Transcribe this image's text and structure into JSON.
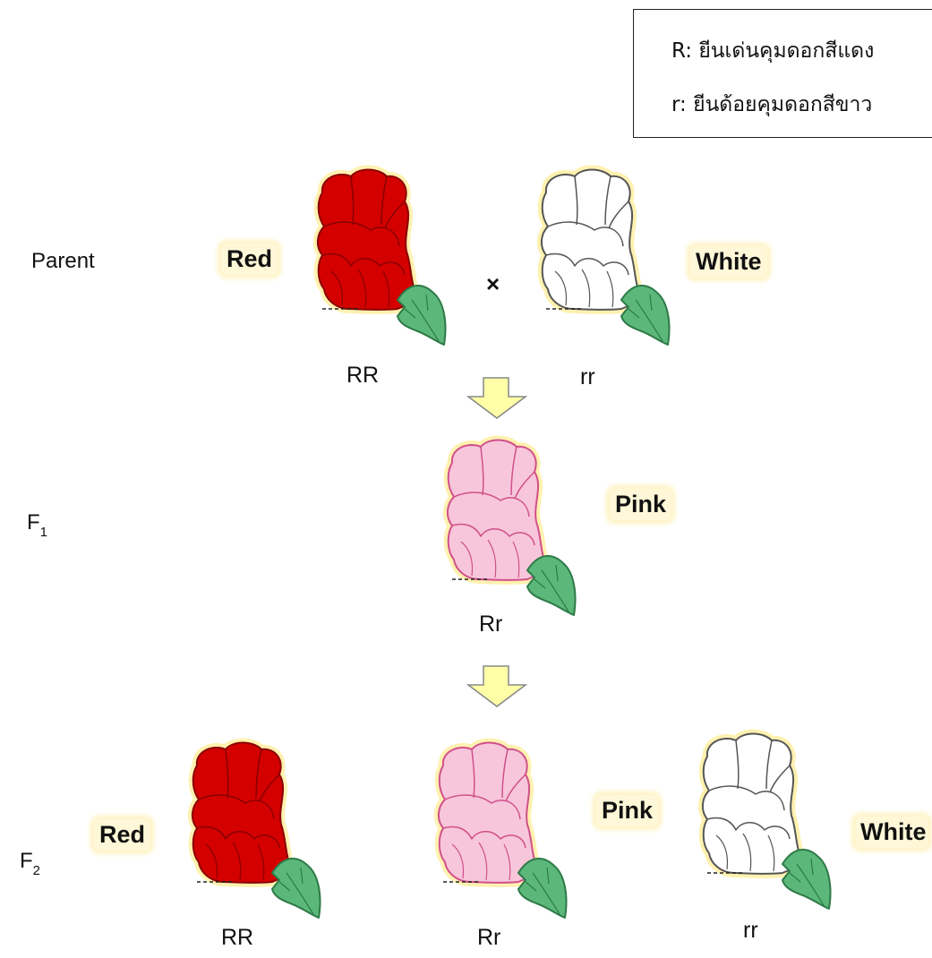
{
  "legend": {
    "line1": "R: ยีนเด่นคุมดอกสีแดง",
    "line2": "r: ยีนด้อยคุมดอกสีขาว"
  },
  "rows": {
    "parent": "Parent",
    "f1_letter": "F",
    "f1_sub": "1",
    "f2_letter": "F",
    "f2_sub": "2"
  },
  "parent": {
    "left_color": "Red",
    "left_genotype": "RR",
    "cross_symbol": "×",
    "right_color": "White",
    "right_genotype": "rr"
  },
  "f1": {
    "color": "Pink",
    "genotype": "Rr"
  },
  "f2": {
    "red_color": "Red",
    "red_genotype": "RR",
    "pink_color": "Pink",
    "pink_genotype": "Rr",
    "white_color": "White",
    "white_genotype": "rr"
  },
  "colors": {
    "red_petal": "#d40000",
    "red_line": "#8a0000",
    "pink_petal": "#f7c6da",
    "pink_line": "#d0508a",
    "white_petal": "#ffffff",
    "white_line": "#555555",
    "sepal": "#5cb87a",
    "sepal_line": "#2e7a48",
    "halo": "#fff1b0",
    "arrow_fill": "#ffffa8",
    "arrow_line": "#888888"
  }
}
